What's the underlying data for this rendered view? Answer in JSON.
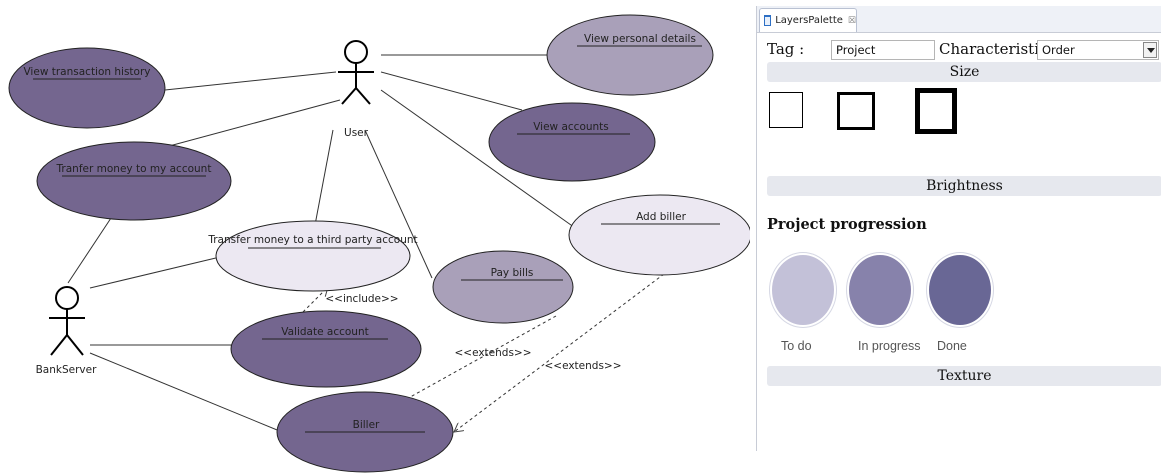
{
  "diagram": {
    "actors": [
      {
        "label": "User"
      },
      {
        "label": "BankServer"
      }
    ],
    "use_cases": [
      {
        "label": "View transaction history",
        "fill": "#74668f"
      },
      {
        "label": "View personal details",
        "fill": "#a9a0b9"
      },
      {
        "label": "View accounts",
        "fill": "#74668f"
      },
      {
        "label": "Tranfer money to my account",
        "fill": "#74668f"
      },
      {
        "label": "Add biller",
        "fill": "#ece8f2"
      },
      {
        "label": "Transfer money to a third party account",
        "fill": "#ece8f2"
      },
      {
        "label": "Pay bills",
        "fill": "#a9a0b9"
      },
      {
        "label": "Validate account",
        "fill": "#74668f"
      },
      {
        "label": "Biller",
        "fill": "#74668f"
      }
    ],
    "relations": {
      "include": "<<include>>",
      "extends_1": "<<extends>>",
      "extends_2": "<<extends>>"
    }
  },
  "palette": {
    "tab_label": "LayersPalette",
    "tab_close": "☒",
    "tag_label": "Tag :",
    "tag_value": "Project progression",
    "characteristics_label": "Characteristics :",
    "characteristics_value": "Order",
    "section_size": "Size",
    "section_brightness": "Brightness",
    "section_texture": "Texture",
    "heading": "Project progression",
    "states": [
      {
        "label": "To do",
        "color": "#c3c1d8"
      },
      {
        "label": "In progress",
        "color": "#8782ab"
      },
      {
        "label": "Done",
        "color": "#696795"
      }
    ]
  }
}
